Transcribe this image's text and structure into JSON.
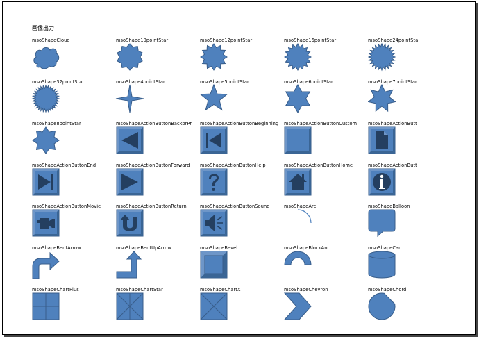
{
  "page": {
    "heading": "画像出力"
  },
  "shapes": [
    {
      "label": "msoShapeCloud",
      "icon": "cloud"
    },
    {
      "label": "msoShape10pointStar",
      "icon": "star10"
    },
    {
      "label": "msoShape12pointStar",
      "icon": "star12"
    },
    {
      "label": "msoShape16pointStar",
      "icon": "star16"
    },
    {
      "label": "msoShape24pointSta",
      "icon": "star24"
    },
    {
      "label": "msoShape32pointStar",
      "icon": "star32"
    },
    {
      "label": "msoShape4pointStar",
      "icon": "star4"
    },
    {
      "label": "msoShape5pointStar",
      "icon": "star5"
    },
    {
      "label": "msoShape6pointStar",
      "icon": "star6"
    },
    {
      "label": "msoShape7pointStar",
      "icon": "star7"
    },
    {
      "label": "msoShape8pointStar",
      "icon": "star8"
    },
    {
      "label": "msoShapeActionButtonBackorPr",
      "icon": "action-back"
    },
    {
      "label": "msoShapeActionButtonBeginning",
      "icon": "action-beginning"
    },
    {
      "label": "msoShapeActionButtonCustom",
      "icon": "action-custom"
    },
    {
      "label": "msoShapeActionButt",
      "icon": "action-document"
    },
    {
      "label": "msoShapeActionButtonEnd",
      "icon": "action-end"
    },
    {
      "label": "msoShapeActionButtonForward",
      "icon": "action-forward"
    },
    {
      "label": "msoShapeActionButtonHelp",
      "icon": "action-help"
    },
    {
      "label": "msoShapeActionButtonHome",
      "icon": "action-home"
    },
    {
      "label": "msoShapeActionButt",
      "icon": "action-information"
    },
    {
      "label": "msoShapeActionButtonMovie",
      "icon": "action-movie"
    },
    {
      "label": "msoShapeActionButtonReturn",
      "icon": "action-return"
    },
    {
      "label": "msoShapeActionButtonSound",
      "icon": "action-sound"
    },
    {
      "label": "msoShapeArc",
      "icon": "arc"
    },
    {
      "label": "msoShapeBalloon",
      "icon": "balloon"
    },
    {
      "label": "msoShapeBentArrow",
      "icon": "bent-arrow"
    },
    {
      "label": "msoShapeBentUpArrow",
      "icon": "bent-up-arrow"
    },
    {
      "label": "msoShapeBevel",
      "icon": "bevel"
    },
    {
      "label": "msoShapeBlockArc",
      "icon": "block-arc"
    },
    {
      "label": "msoShapeCan",
      "icon": "can"
    },
    {
      "label": "msoShapeChartPlus",
      "icon": "chart-plus"
    },
    {
      "label": "msoShapeChartStar",
      "icon": "chart-star"
    },
    {
      "label": "msoShapeChartX",
      "icon": "chart-x"
    },
    {
      "label": "msoShapeChevron",
      "icon": "chevron"
    },
    {
      "label": "msoShapeChord",
      "icon": "chord"
    }
  ]
}
